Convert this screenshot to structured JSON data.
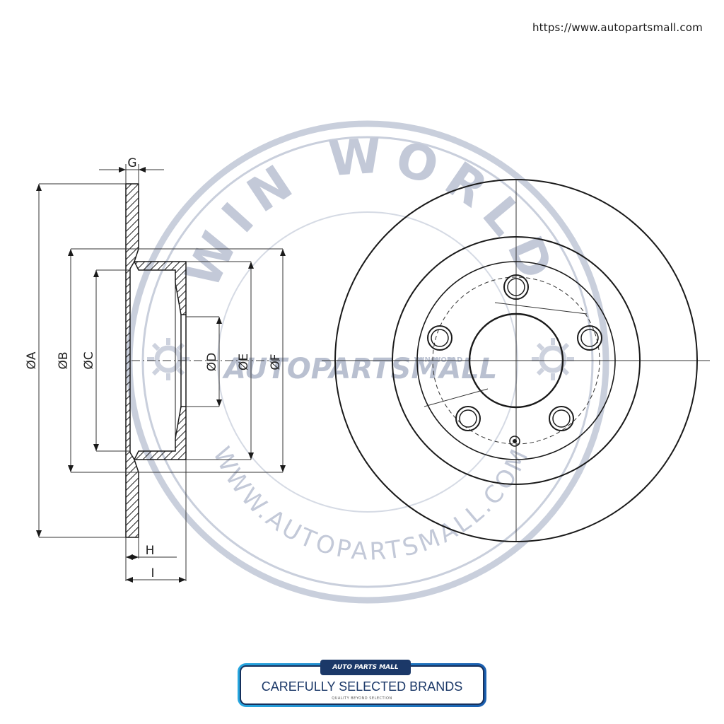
{
  "header": {
    "url": "https://www.autopartsmall.com"
  },
  "dimensions": {
    "A": "ØA",
    "B": "ØB",
    "C": "ØC",
    "D": "ØD",
    "E": "ØE",
    "F": "ØF",
    "G": "G",
    "H": "H",
    "I": "I"
  },
  "watermark": {
    "ring_text": "WIN WORLD",
    "center_text": "AUTOPARTSMALL",
    "small_text": "WIN WORLD",
    "bottom_text": "WWW.AUTOPARTSMALL.COM"
  },
  "badge": {
    "tab": "AUTO PARTS MALL",
    "title": "CAREFULLY SELECTED BRANDS",
    "subtitle": "QUALITY BEYOND SELECTION"
  }
}
